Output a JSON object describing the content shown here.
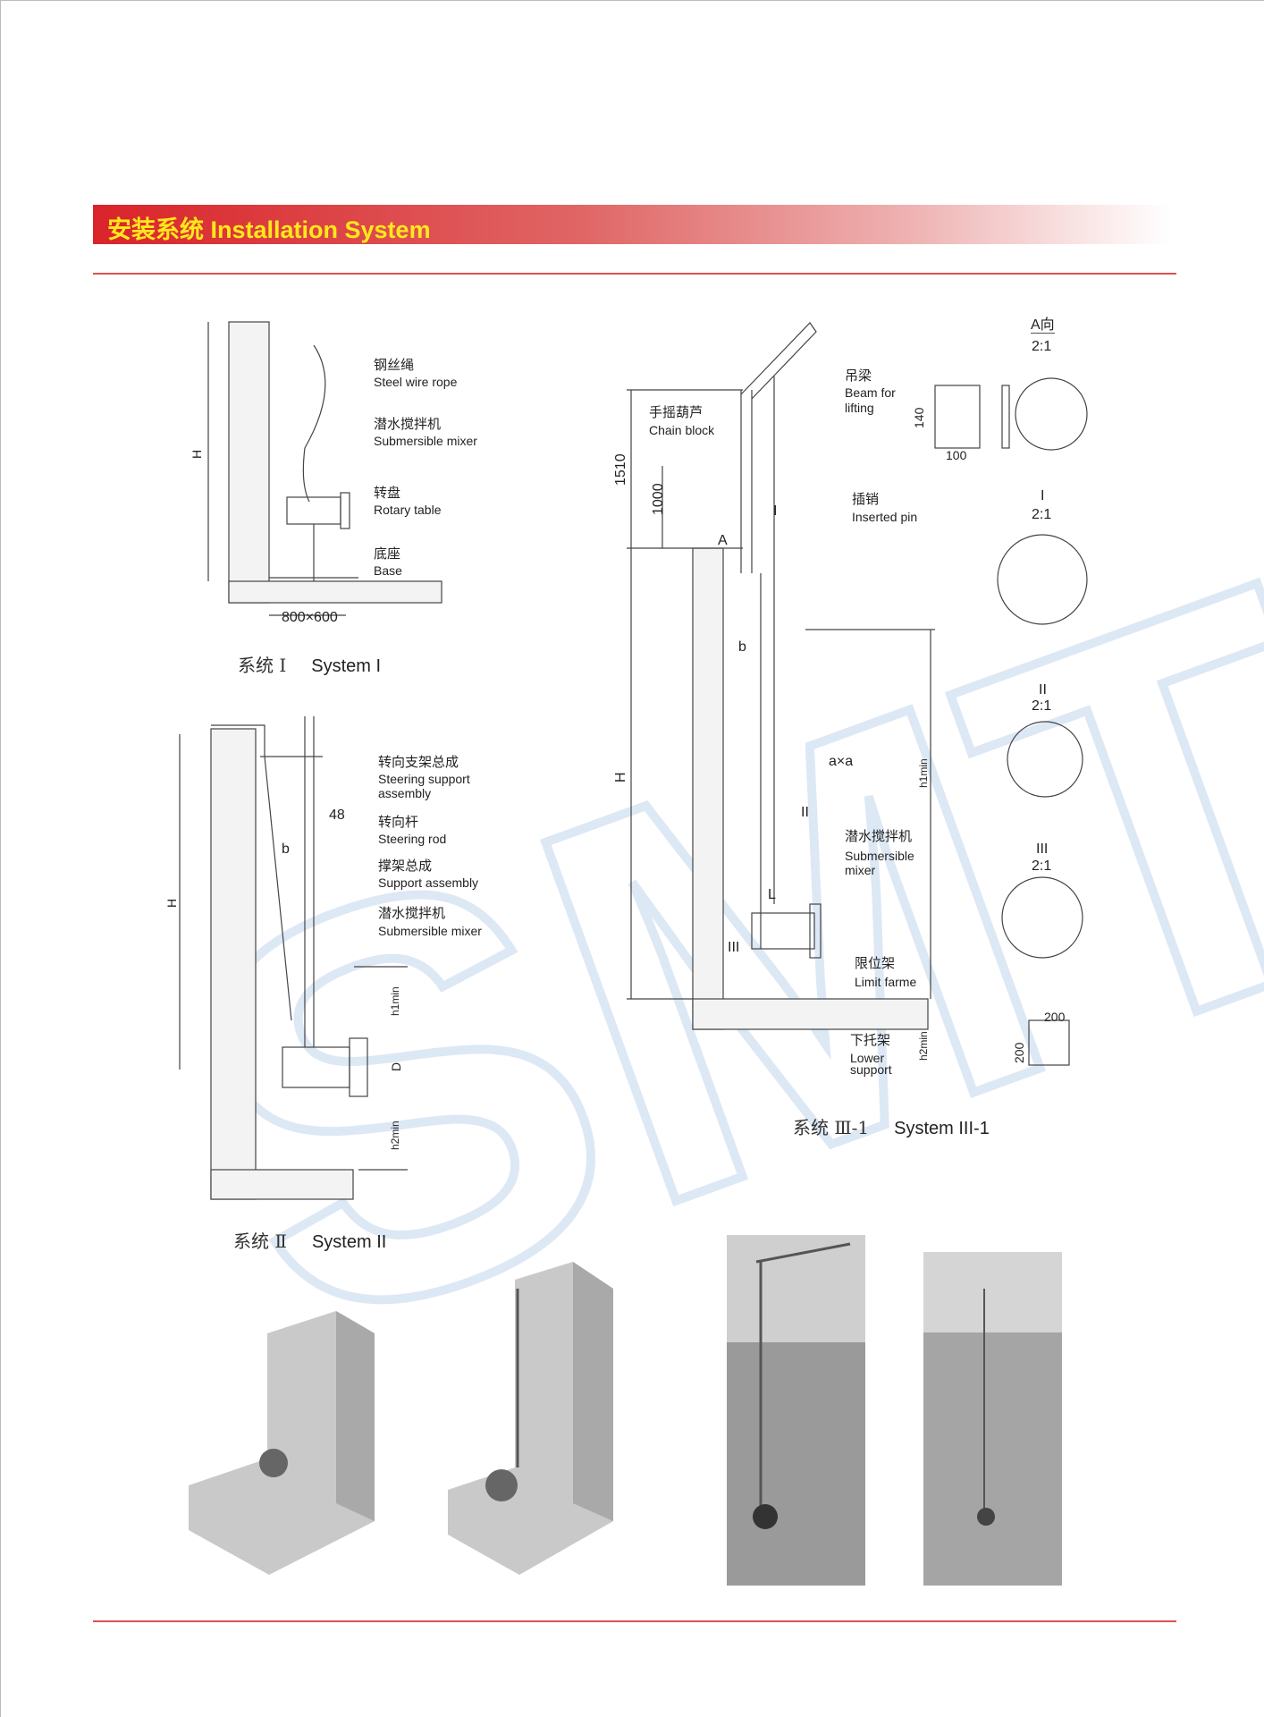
{
  "header": {
    "title": "安装系统  Installation System"
  },
  "system1": {
    "caption_cn": "系统 Ⅰ",
    "caption_en": "System I",
    "labels": {
      "rope_cn": "钢丝绳",
      "rope_en": "Steel wire rope",
      "mixer_cn": "潜水搅拌机",
      "mixer_en": "Submersible mixer",
      "rotary_cn": "转盘",
      "rotary_en": "Rotary table",
      "base_cn": "底座",
      "base_en": "Base",
      "H": "H",
      "size": "800×600"
    }
  },
  "system2": {
    "caption_cn": "系统 Ⅱ",
    "caption_en": "System II",
    "labels": {
      "steer_sup_cn": "转向支架总成",
      "steer_sup_en1": "Steering support",
      "steer_sup_en2": "assembly",
      "d48": "48",
      "rod_cn": "转向杆",
      "rod_en": "Steering rod",
      "b": "b",
      "support_cn": "撑架总成",
      "support_en": "Support assembly",
      "mixer_cn": "潜水搅拌机",
      "mixer_en": "Submersible mixer",
      "H": "H",
      "h1": "h1min",
      "D": "D",
      "h2": "h2min"
    }
  },
  "system3": {
    "caption_cn": "系统 Ⅲ-1",
    "caption_en": "System III-1",
    "labels": {
      "d1510": "1510",
      "d1000": "1000",
      "chain_cn": "手摇葫芦",
      "chain_en": "Chain block",
      "beam_cn": "吊梁",
      "beam_en1": "Beam for",
      "beam_en2": "lifting",
      "a_view": "A向",
      "scale": "2:1",
      "d140": "140",
      "d100": "100",
      "pin_cn": "插销",
      "pin_en": "Inserted pin",
      "I": "I",
      "A": "A",
      "b": "b",
      "H": "H",
      "axa": "a×a",
      "h1": "h1min",
      "II": "II",
      "mixer_cn": "潜水搅拌机",
      "mixer_en1": "Submersible",
      "mixer_en2": "mixer",
      "III": "III",
      "L": "L",
      "limit_cn": "限位架",
      "limit_en": "Limit farme",
      "lower_cn": "下托架",
      "lower_en1": "Lower",
      "lower_en2": "support",
      "h2": "h2min",
      "d200": "200"
    }
  },
  "watermark": "SMT",
  "colors": {
    "accent": "#d9242a",
    "title": "#ffe81a",
    "watermark": "#e6eef8"
  }
}
